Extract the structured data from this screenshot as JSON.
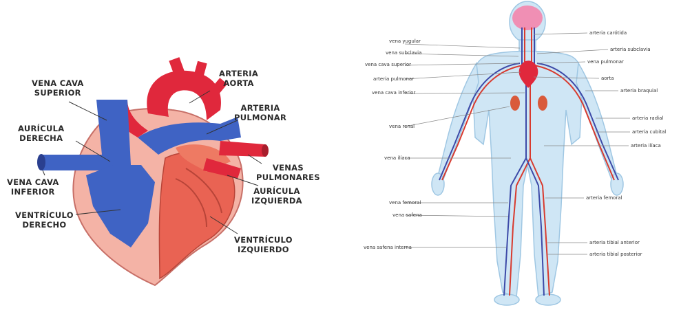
{
  "heart": {
    "labels": {
      "vena_cava_superior": [
        "VENA CAVA",
        "SUPERIOR"
      ],
      "arteria_aorta": [
        "ARTERIA",
        "AORTA"
      ],
      "arteria_pulmonar": [
        "ARTERIA",
        "PULMONAR"
      ],
      "auricula_derecha": [
        "AURÍCULA",
        "DERECHA"
      ],
      "venas_pulmonares": [
        "VENAS",
        "PULMONARES"
      ],
      "vena_cava_inferior": [
        "VENA CAVA",
        "INFERIOR"
      ],
      "auricula_izquierda": [
        "AURÍCULA",
        "IZQUIERDA"
      ],
      "ventriculo_derecho": [
        "VENTRÍCULO",
        "DERECHO"
      ],
      "ventriculo_izquierdo": [
        "VENTRÍCULO",
        "IZQUIERDO"
      ]
    },
    "colors": {
      "vein": "#3f63c4",
      "artery": "#e0283c",
      "muscle": "#f4b3a6",
      "left_chamber": "#e96353"
    }
  },
  "body": {
    "left_labels": [
      "vena yugular",
      "vena subclavia",
      "vena cava superior",
      "arteria pulmonar",
      "vena cava inferior",
      "vena renal",
      "vena ilíaca",
      "vena femoral",
      "vena safena",
      "vena safena interna"
    ],
    "right_labels": [
      "arteria carótida",
      "arteria subclavia",
      "vena pulmonar",
      "aorta",
      "arteria braquial",
      "arteria radial",
      "arteria cubital",
      "arteria ilíaca",
      "arteria femoral",
      "arteria tibial anterior",
      "arteria tibial posterior"
    ],
    "colors": {
      "skin": "#cfe6f5",
      "brain": "#f08fb4",
      "artery": "#d83a2e",
      "vein": "#3d4aa8"
    }
  }
}
